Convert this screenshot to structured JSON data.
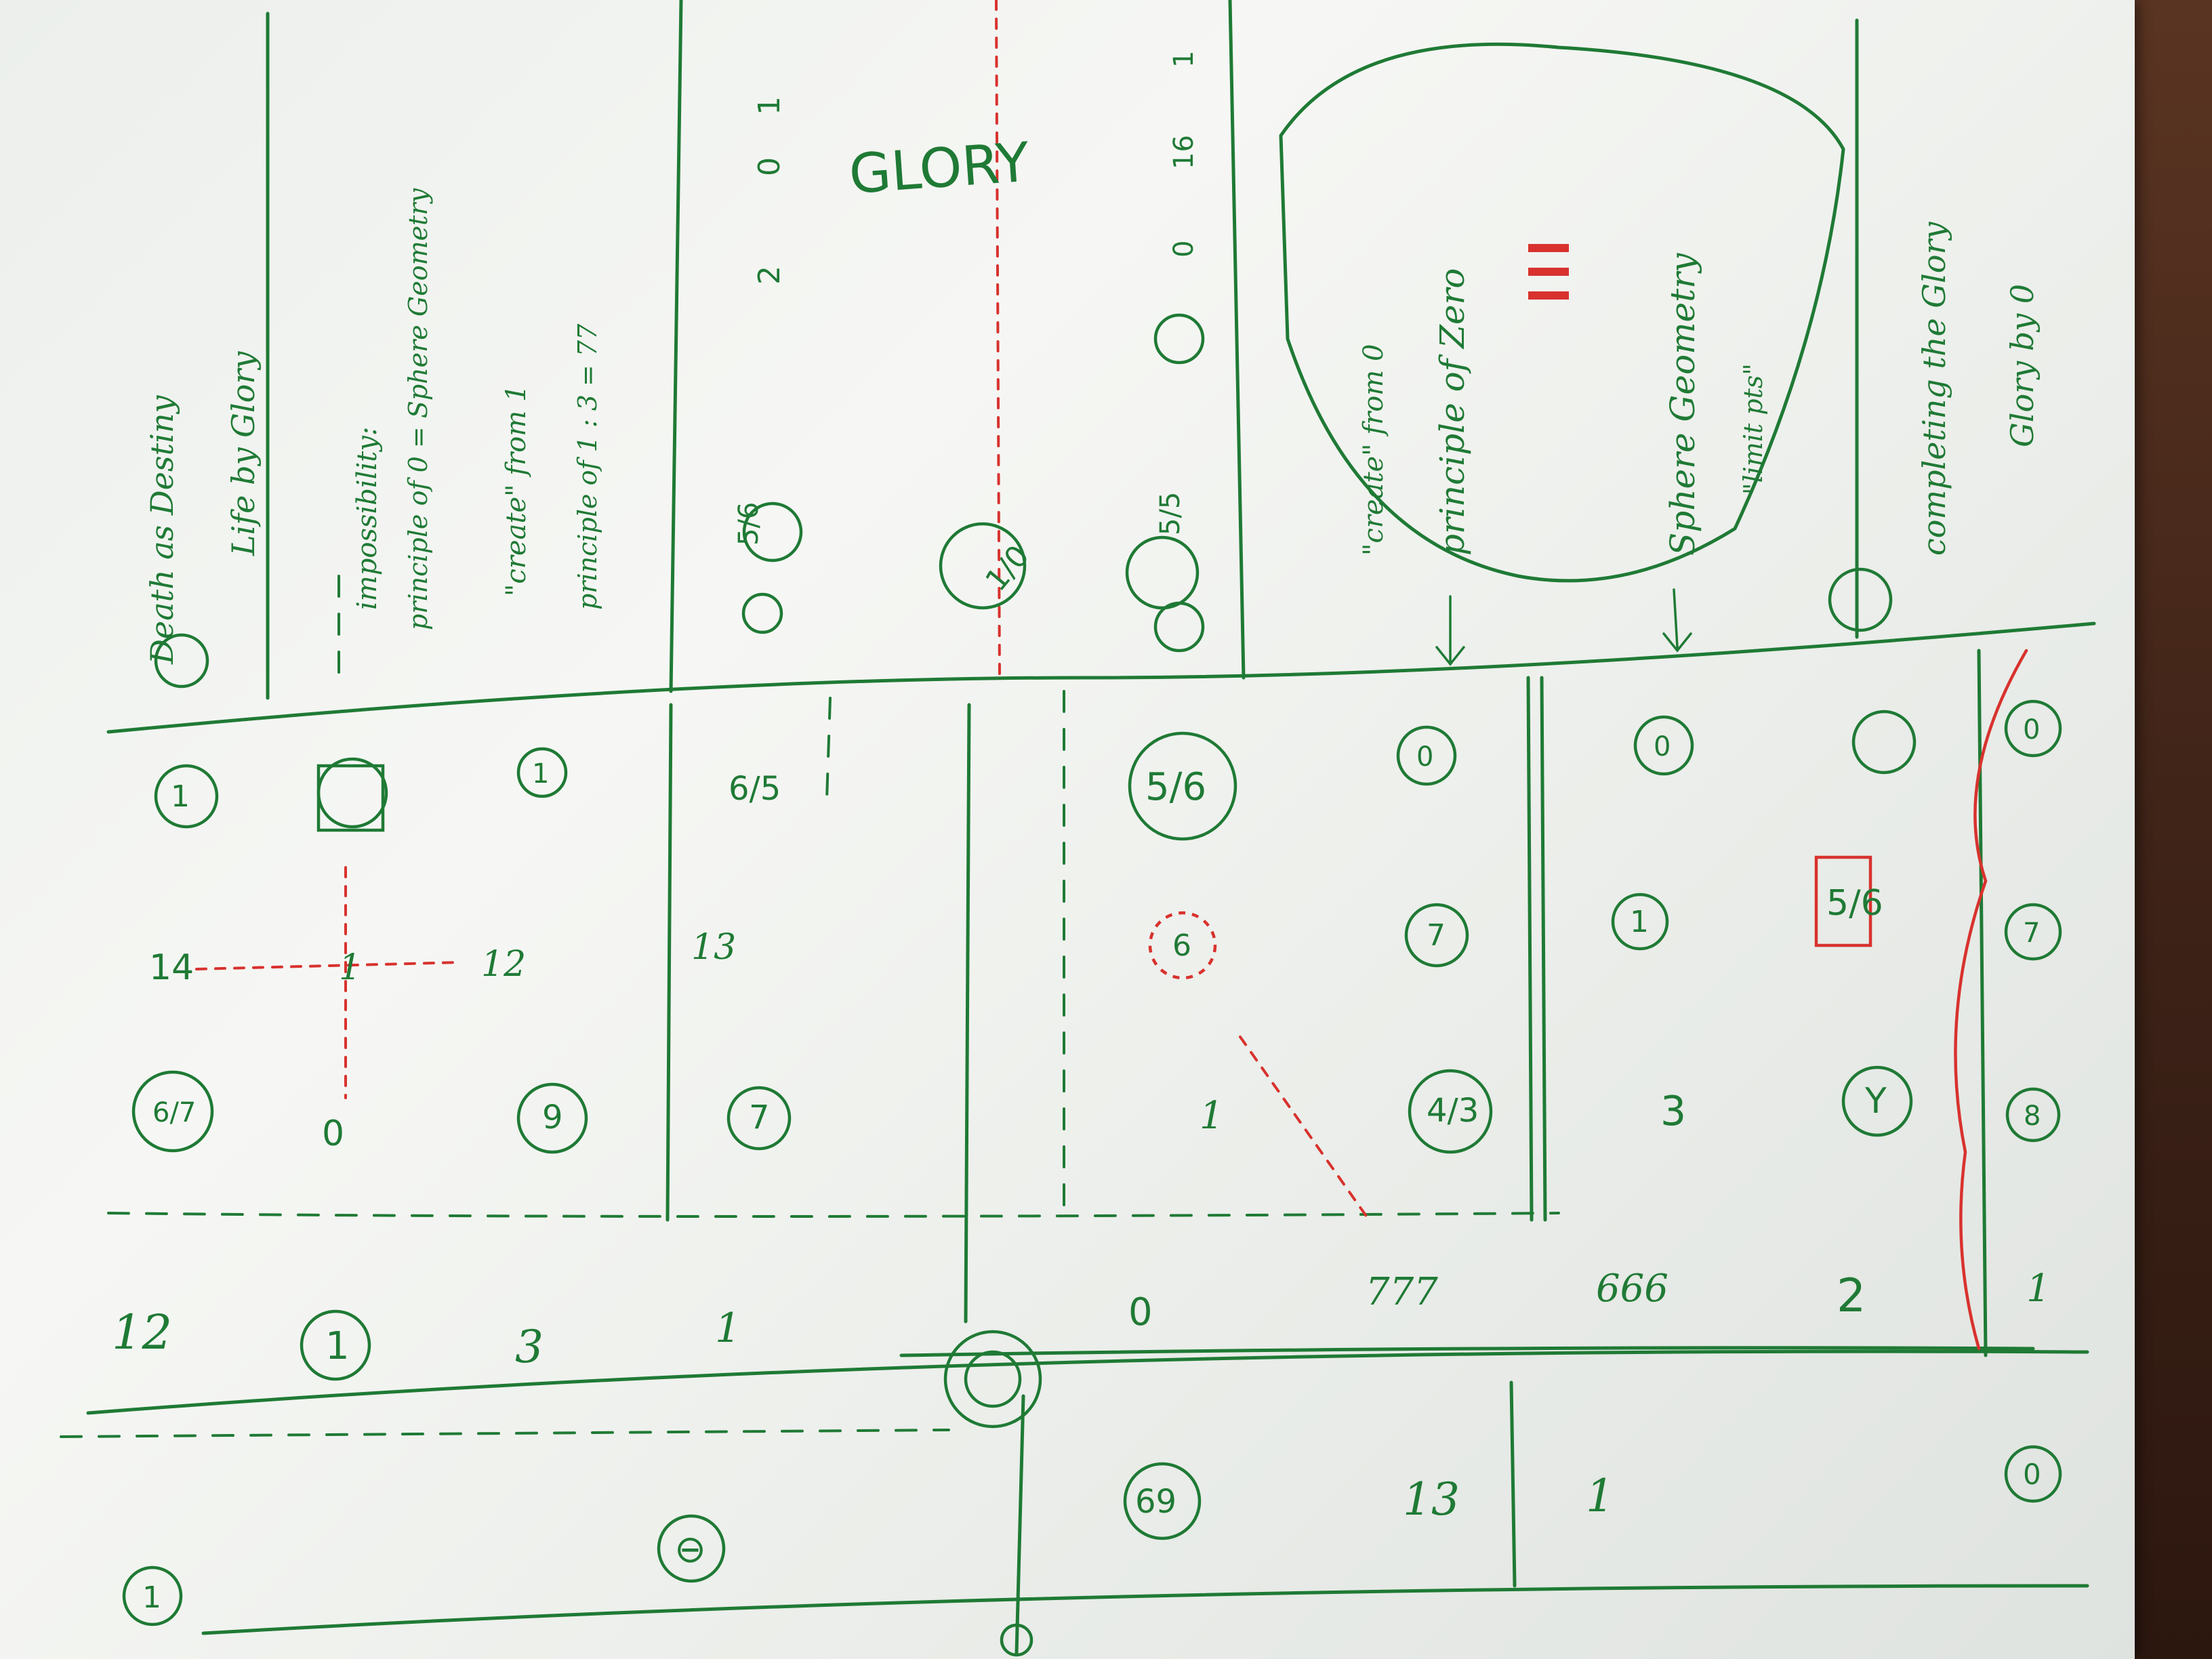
{
  "top_row": {
    "death": "Death as Destiny",
    "life": "Life by Glory",
    "impossibility": "impossibility:",
    "principle_zero": "principle of 0 = Sphere Geometry",
    "create_from_one": "\"create\" from 1",
    "principle_one": "principle of 1 : 3 = 77",
    "glory": "GLORY",
    "fraction_a": "5/6",
    "fraction_b": "1/0",
    "fraction_c": "5/5",
    "numbers_right": [
      "0",
      "16",
      "1"
    ],
    "numbers_left": [
      "2",
      "0",
      "1"
    ],
    "bubble_create": "\"create\" from 0",
    "bubble_principle": "principle of Zero",
    "bubble_sphere": "Sphere Geometry",
    "bubble_limit": "\"limit pts\"",
    "completing": "completing the Glory",
    "glory_by": "Glory by 0"
  },
  "middle_row": {
    "c1": "1",
    "c2": "1",
    "frac_65": "6/5",
    "frac_56_big": "5/6",
    "c_zero_a": "0",
    "c_zero_b": "0",
    "c_zero_c": "0",
    "n14": "14",
    "n1": "1",
    "n12": "12",
    "n13": "13",
    "c6": "6",
    "c7a": "7",
    "c1b": "1",
    "frac_56_red": "5/6",
    "c7b": "7",
    "c69_small": "6/7",
    "n0": "0",
    "c9": "9",
    "c7c": "7",
    "n_one": "1",
    "c43": "4/3",
    "n3": "3",
    "cY": "Y",
    "c8": "8"
  },
  "lower_row": {
    "n12": "12",
    "c1": "1",
    "n3": "3",
    "n1": "1",
    "n0": "0",
    "n777": "777",
    "n666": "666",
    "n2": "2",
    "n1b": "1"
  },
  "bottom_row": {
    "c1": "1",
    "c_minus": "⊖",
    "c69": "69",
    "n13": "13",
    "n1": "1",
    "c0": "0"
  }
}
